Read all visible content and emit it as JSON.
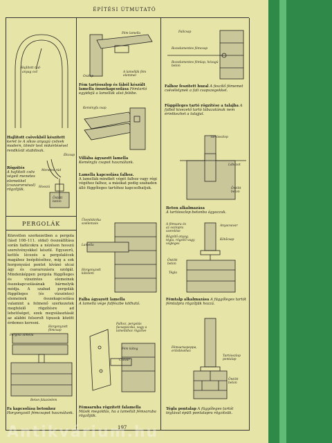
{
  "header": "ÉPÍTÉSI ÚTMUTATÓ",
  "page_number": "197",
  "watermark": "Antikvárium.hu",
  "col1": {
    "arch_labels": [
      "Hajlított rud-",
      "anyag cső"
    ],
    "caption1_bold": "Hajlított csövekből készített",
    "caption1_rest": "keret (e A síkos anyagú csövek modern, tömör test mikértésével rendkívül stabilisak.",
    "caption2_bold": "Rögzítés",
    "caption2_rest": "A hajlított csöv végeit menetes elemekkel (csavarorsóval) rögzítjük.",
    "arch_small_labels": [
      "Menetes rúd",
      "Ékcsap",
      "Hosszú",
      "Öntött beton"
    ],
    "section_title": "PERGOLÁK",
    "body": "Közvetlen szerkezetben a pergola (lásd 108–111. oldal) összeállítása során fadúcokra a nézésen hosszú szerelvényekkel készül. Egyszerű, kettős lécezés a pergolalécek magához beépítéséhez, míg a sok horgonyzási pontot kívánó utcai ágy és csavarozásra szolgál. Mindenképpen pergola függőleges és vízszintes elemeinek összekapcsolásának bármelyik módja. A szabad pergolák függőleges (és vízszintes) elemeinek összekapcsolása valamint a felmenő szerkezetek megfelelő rögzítésre ad lehetőséget, ezek megválasztását az alábbi felsorolt tipusok között érdemes keresni.",
    "bottom_labels": [
      "Pergola lamella",
      "Horgonyzott fémcsap",
      "Beton falazóelem"
    ],
    "caption3_bold": "Fa kapcsolása betonhoz",
    "caption3_rest": "Horgonyzott fémcsapot használunk."
  },
  "col2": {
    "top_labels": [
      "Fém lamella",
      "A lamellák fém elemmel",
      "Oszlop"
    ],
    "caption1_bold": "Fém tartóoszlop és fából készült lamella összekapcsolása",
    "caption1_rest": "Fémtartó egyidejű a lamellák alsó felébe.",
    "mid_labels": [
      "Keményfa csap"
    ],
    "caption2_bold": "Villába ágyazott lamella",
    "caption2_rest": "Keményfa csapot használunk.",
    "caption3_bold": "Lamella kapcsolása falhoz.",
    "caption3_rest": "A lamellák mindkét végét falhoz vagy régi végéhez falhoz, a másikat pedig szabadon álló függőleges tartóhoz kapcsolhatjuk.",
    "wall_labels": [
      "Ütemhikrika szellemzés",
      "Lamella",
      "Horgonyzott kötelem"
    ],
    "caption4_bold": "Falba ágyazott lamella",
    "caption4_rest": "A lamella vége falfészbe kötható.",
    "bracket_labels": [
      "Falhoz, pergolás facsapocska, vagy a lamellához rögzítve",
      "Fém köteg",
      "Csavar"
    ],
    "caption5_bold": "Fémsaruba rögzített falamella",
    "caption5_rest": "Másik megoldás, ha a lamellát fémsaruba rögzítjük."
  },
  "col3": {
    "top_labels": [
      "Falicsap",
      "Rozsdamentes fémcsap",
      "Rozsdamentes fémlap, hézagú beton"
    ],
    "caption1_bold": "Falhoz feszített huzal",
    "caption1_rest": "A feszítő fémemet csévélelynek a fali csapszegekkel.",
    "caption2_bold": "Függőleges tartó rögzítése a talajba",
    "caption2_rest": "A falból kivezető tartó lábazatának nem érintkezhet a talajjal.",
    "post_labels": [
      "Tartóoszlop",
      "Lábazat",
      "Öntött beton"
    ],
    "caption3_bold": "Beton alkalmazása",
    "caption3_rest": "A tartóoszlop betonba ágyazzuk.",
    "anchor_labels": [
      "A fémsaru és az oszlopra szerelése",
      "Rögzítő anyag, tégla, rögzítő vagy végleges",
      "Anyacsavar",
      "Kötőcsap",
      "Öntött beton",
      "Tégla"
    ],
    "caption4_bold": "Fémtalp alkalmazása",
    "caption4_rest": "A függőleges tartót fémtalpra rögzítjük hozzá.",
    "bottom_labels": [
      "Fémsaruspoppa, erősítéséhez",
      "Tartóoszlop pontalap",
      "Öntött beton"
    ],
    "caption5_bold": "Tégla pontalap",
    "caption5_rest": "A függőleges tartót téglával épült pontalapra rögzítsük."
  }
}
